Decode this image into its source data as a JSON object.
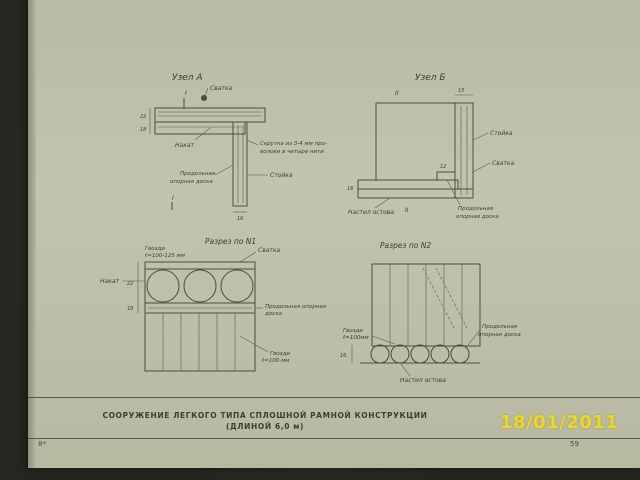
{
  "node_a": {
    "title": "Узел А",
    "sectmark_top": "I",
    "sectmark_bottom": "I",
    "label_svyatka": "Сватка",
    "label_nakat": "Накат",
    "label_skrutka_1": "Скрутка из 3-4 мм про-",
    "label_skrutka_2": "волоки в четыре нити",
    "label_prod_1": "Продольная",
    "label_prod_2": "опорная доска",
    "label_stoika": "Стойка",
    "dim_22": "22",
    "dim_18": "18",
    "dim_16": "16"
  },
  "node_b": {
    "title": "Узел Б",
    "sectmark_top": "II",
    "sectmark_bottom": "II",
    "label_stoika": "Стойка",
    "label_svyatka": "Сватка",
    "label_nastil": "Настил остова",
    "label_prod_1": "Продольная",
    "label_prod_2": "опорная доска",
    "dim_15": "15",
    "dim_12": "12",
    "dim_16": "16"
  },
  "section_1": {
    "title": "Разрез по N1",
    "label_gvozdi_1": "Гвозди",
    "label_gvozdi_2": "ℓ=100-125 мм",
    "label_svyatka": "Сватка",
    "label_nakat": "Накат",
    "label_prod_1": "Продольная опорная",
    "label_prod_2": "доска",
    "label_gvozdi_b1": "Гвозди",
    "label_gvozdi_b2": "ℓ=100 мм",
    "dim_22": "22",
    "dim_18": "18"
  },
  "section_2": {
    "title": "Разрез по N2",
    "label_gvozdi_1": "Гвозди",
    "label_gvozdi_2": "ℓ=100мм",
    "label_prod_1": "Продольная",
    "label_prod_2": "опорная доска",
    "label_nastil": "Настил остова",
    "dim_16": "16"
  },
  "footer": {
    "title_line1": "СООРУЖЕНИЕ ЛЕГКОГО ТИПА СПЛОШНОЙ РАМНОЙ КОНСТРУКЦИИ",
    "title_line2": "(ДЛИНОЙ 6,0 м)",
    "page_left": "8*",
    "page_right": "59"
  },
  "camera_date": "18/01/2011"
}
